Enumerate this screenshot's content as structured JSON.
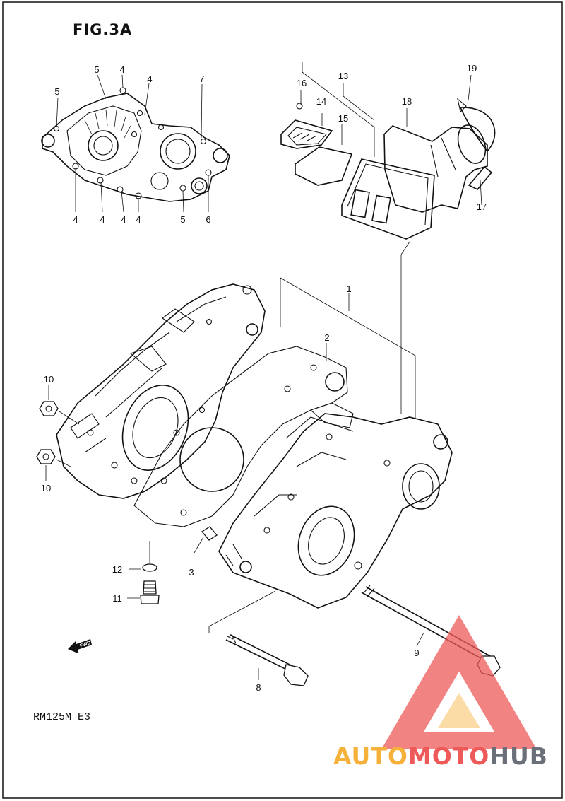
{
  "figure": {
    "title": "FIG.3A",
    "model_code": "RM125M E3"
  },
  "callouts": [
    {
      "id": "c1",
      "label": "1"
    },
    {
      "id": "c2",
      "label": "2"
    },
    {
      "id": "c3",
      "label": "3"
    },
    {
      "id": "c4a",
      "label": "4"
    },
    {
      "id": "c4b",
      "label": "4"
    },
    {
      "id": "c4c",
      "label": "4"
    },
    {
      "id": "c4d",
      "label": "4"
    },
    {
      "id": "c4e",
      "label": "4"
    },
    {
      "id": "c4f",
      "label": "4"
    },
    {
      "id": "c5a",
      "label": "5"
    },
    {
      "id": "c5b",
      "label": "5"
    },
    {
      "id": "c5c",
      "label": "5"
    },
    {
      "id": "c6",
      "label": "6"
    },
    {
      "id": "c7",
      "label": "7"
    },
    {
      "id": "c8",
      "label": "8"
    },
    {
      "id": "c9",
      "label": "9"
    },
    {
      "id": "c10a",
      "label": "10"
    },
    {
      "id": "c10b",
      "label": "10"
    },
    {
      "id": "c11",
      "label": "11"
    },
    {
      "id": "c12",
      "label": "12"
    },
    {
      "id": "c13",
      "label": "13"
    },
    {
      "id": "c14",
      "label": "14"
    },
    {
      "id": "c15",
      "label": "15"
    },
    {
      "id": "c16",
      "label": "16"
    },
    {
      "id": "c17",
      "label": "17"
    },
    {
      "id": "c18",
      "label": "18"
    },
    {
      "id": "c19",
      "label": "19"
    }
  ],
  "fwd_arrow": {
    "label": "FWD"
  },
  "watermark": {
    "part1": "AUTO",
    "part2": "MOTO",
    "part3": "HUB",
    "colors": {
      "auto": "#f6b13a",
      "moto": "#ee5a5a",
      "hub": "#6b6f7a",
      "triangle": "#ee5a5a"
    }
  }
}
